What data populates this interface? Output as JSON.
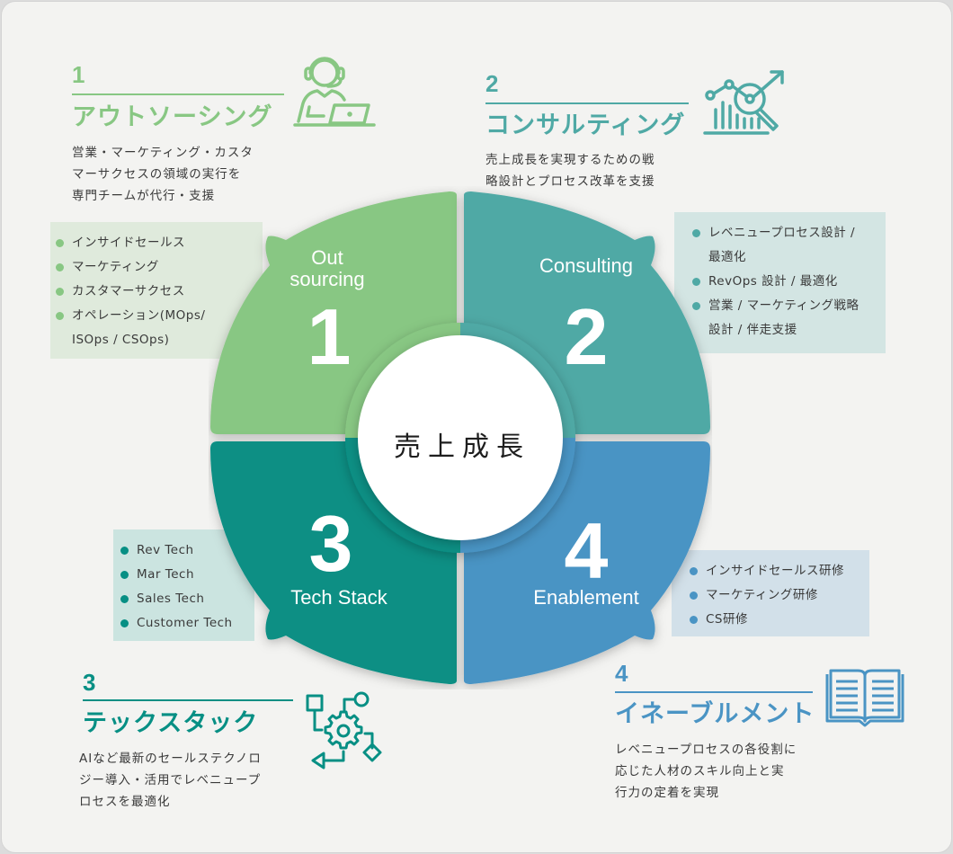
{
  "center": {
    "label": "売上成長"
  },
  "colors": {
    "outsourcing": "#88c783",
    "consulting": "#4fa9a5",
    "techstack": "#078f84",
    "enablement": "#4a94c4",
    "background": "#f3f3f1",
    "text": "#3a3a3a"
  },
  "sections": [
    {
      "number": "1",
      "title": "アウトソーシング",
      "description": [
        "営業・マーケティング・カスタ",
        "マーサクセスの領域の実行を",
        "専門チームが代行・支援"
      ],
      "icon": "headset-operator-icon",
      "wheel_label_lines": [
        "Out",
        "sourcing"
      ],
      "wheel_number": "1",
      "bullets": [
        [
          "インサイドセールス"
        ],
        [
          "マーケティング"
        ],
        [
          "カスタマーサクセス"
        ],
        [
          "オペレーション(MOps/",
          "ISOps / CSOps)"
        ]
      ]
    },
    {
      "number": "2",
      "title": "コンサルティング",
      "description": [
        "売上成長を実現するための戦",
        "略設計とプロセス改革を支援"
      ],
      "icon": "analytics-magnifier-icon",
      "wheel_label_lines": [
        "Consulting"
      ],
      "wheel_number": "2",
      "bullets": [
        [
          "レベニュープロセス設計 /",
          "最適化"
        ],
        [
          "RevOps 設計 / 最適化"
        ],
        [
          "営業 / マーケティング戦略",
          "設計 / 伴走支援"
        ]
      ]
    },
    {
      "number": "3",
      "title": "テックスタック",
      "description": [
        "AIなど最新のセールステクノロ",
        "ジー導入・活用でレベニュープ",
        "ロセスを最適化"
      ],
      "icon": "gear-workflow-icon",
      "wheel_label_lines": [
        "Tech Stack"
      ],
      "wheel_number": "3",
      "bullets": [
        [
          "Rev Tech"
        ],
        [
          "Mar Tech"
        ],
        [
          "Sales Tech"
        ],
        [
          "Customer Tech"
        ]
      ]
    },
    {
      "number": "4",
      "title": "イネーブルメント",
      "description": [
        "レベニュープロセスの各役割に",
        "応じた人材のスキル向上と実",
        "行力の定着を実現"
      ],
      "icon": "open-book-icon",
      "wheel_label_lines": [
        "Enablement"
      ],
      "wheel_number": "4",
      "bullets": [
        [
          "インサイドセールス研修"
        ],
        [
          "マーケティング研修"
        ],
        [
          "CS研修"
        ]
      ]
    }
  ]
}
